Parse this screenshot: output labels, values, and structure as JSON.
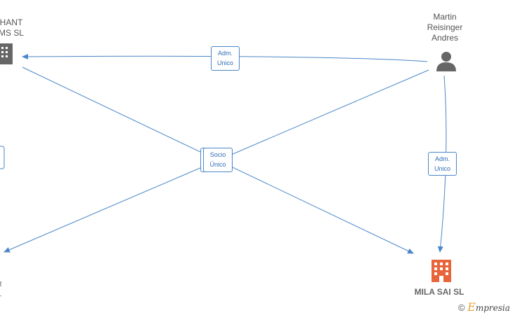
{
  "nodes": {
    "top_left_company": {
      "label": "HANT\nMS  SL"
    },
    "person": {
      "label": "Martin\nReisinger\nAndres"
    },
    "main_company": {
      "label": "MILA SAI  SL"
    },
    "bottom_left_company": {
      "label": "R\n_"
    }
  },
  "edges": {
    "adm_unico_top": {
      "label": "Adm.\nUnico"
    },
    "socio_unico_center": {
      "label": "Socio\nÚnico"
    },
    "adm_unico_right": {
      "label": "Adm.\nUnico"
    }
  },
  "watermark": {
    "copyright": "©",
    "brand_initial": "E",
    "brand_rest": "mpresia"
  },
  "colors": {
    "edge": "#4a86c8",
    "company_icon_grey": "#666666",
    "company_icon_orange": "#e8643a",
    "person_icon": "#666666"
  }
}
